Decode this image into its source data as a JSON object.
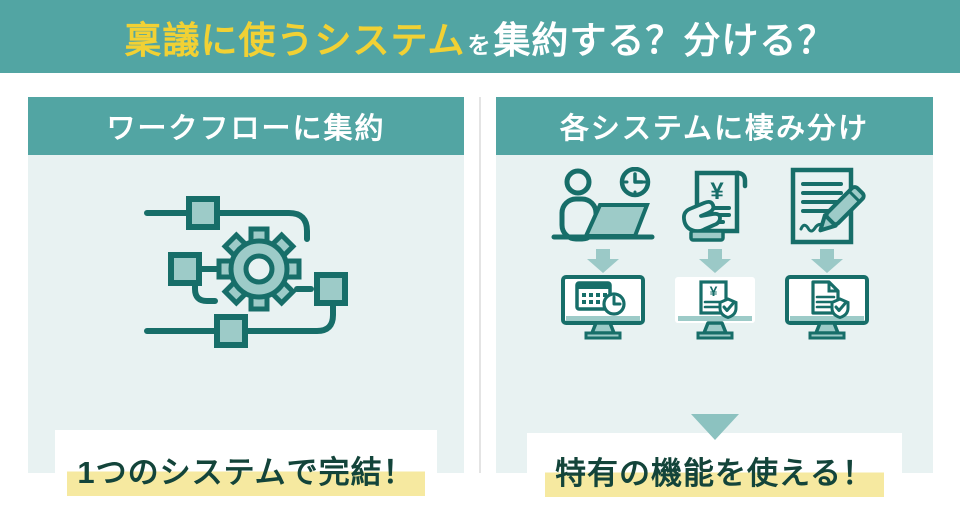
{
  "header": {
    "title_highlight": "稟議に使うシステム",
    "title_particle": "を",
    "title_rest": "集約する？分ける？"
  },
  "panels": {
    "left": {
      "title": "ワークフローに集約",
      "conclusion": "1つのシステムで完結！",
      "icon": "workflow-gear-icon"
    },
    "right": {
      "title": "各システムに棲み分け",
      "conclusion": "特有の機能を使える！",
      "flow_icons": [
        "person-laptop-clock-icon",
        "hand-receipt-yen-icon",
        "document-pen-icon"
      ],
      "system_icons": [
        "monitor-calendar-clock-icon",
        "monitor-yen-shield-icon",
        "monitor-document-shield-icon"
      ]
    }
  },
  "icons": {
    "yen_symbol": "¥"
  },
  "colors": {
    "teal": "#52A5A3",
    "panel_bg": "#E8F2F2",
    "icon_stroke_dark": "#176E69",
    "icon_fill_light": "#9DCBC8",
    "arrow_light": "#9BC9C7",
    "triangle": "#8CC2C0",
    "title_yellow": "#F1D134",
    "highlight_yellow": "#F6E9A0",
    "text_dark": "#13443A"
  }
}
